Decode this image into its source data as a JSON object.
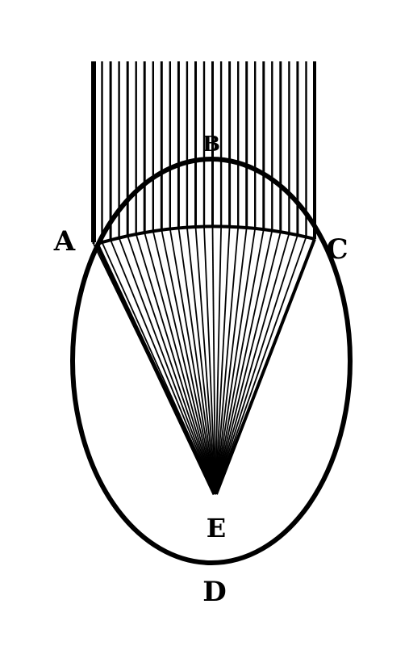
{
  "diagram": {
    "ink_color": "#000000",
    "paper_color": "#ffffff",
    "labels": {
      "top": "B",
      "left": "A",
      "right": "C",
      "focus": "E",
      "bottom": "D"
    }
  }
}
